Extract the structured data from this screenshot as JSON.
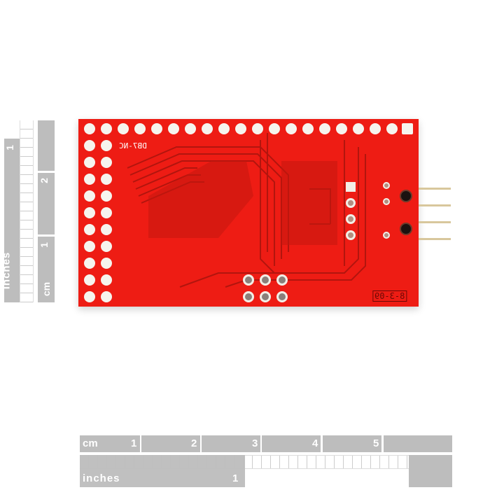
{
  "board": {
    "color": "#ee1c14",
    "label_top": "DB7-NC",
    "label_date": "8-3-09"
  },
  "ruler_vertical": {
    "inches_label": "inches",
    "inches_ticks": [
      "1"
    ],
    "cm_label": "cm",
    "cm_ticks": [
      "1",
      "2"
    ]
  },
  "ruler_horizontal": {
    "cm_label": "cm",
    "cm_ticks": [
      "1",
      "2",
      "3",
      "4",
      "5"
    ],
    "inches_label": "inches",
    "inches_ticks": [
      "1"
    ]
  }
}
